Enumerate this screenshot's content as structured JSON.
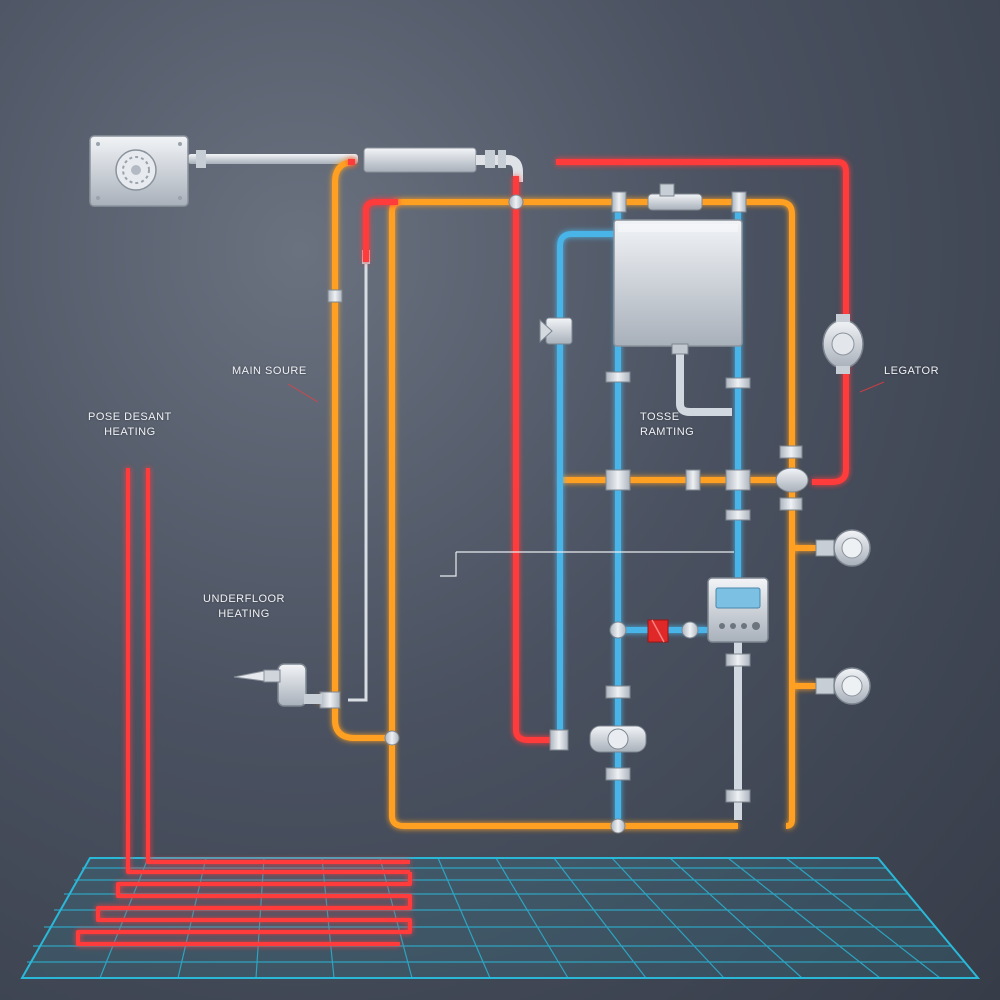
{
  "labels": {
    "main_source": "MAIN SOURE",
    "pose_desant_line1": "POSE DESANT",
    "pose_desant_line2": "HEATING",
    "underfloor_line1": "UNDERFLOOR",
    "underfloor_line2": "HEATING",
    "tosse_line1": "TOSSE",
    "tosse_line2": "RAMTING",
    "legator": "LEGATOR"
  },
  "colors": {
    "background": "#4a5160",
    "hot_pipe": "#ff3a3a",
    "warm_pipe": "#ffa020",
    "cold_pipe": "#48b4e8",
    "metal_pipe": "#d0d6de",
    "floor_grid": "#2ab8d8",
    "valve_accent": "#e02828"
  },
  "icons": {
    "source_unit": "dial-panel-icon",
    "boiler": "boiler-tank-icon",
    "thermostat": "thermostat-display-icon",
    "pump": "circulation-pump-icon",
    "gauge": "pressure-gauge-icon"
  }
}
